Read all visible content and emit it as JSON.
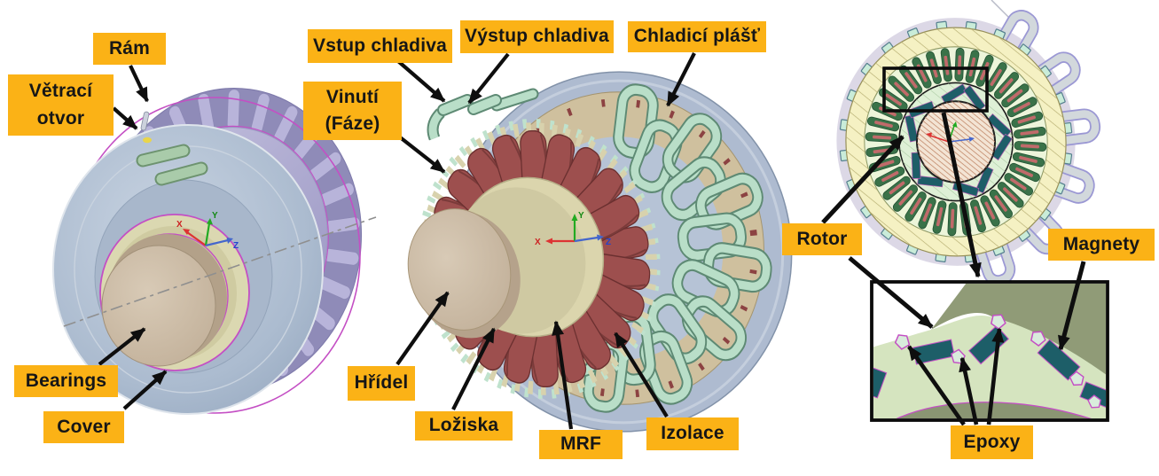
{
  "colors": {
    "label_bg": "#FBB216",
    "label_text": "#161616",
    "arrow": "#0e0e0e",
    "magenta_edge": "#C44FC4",
    "mint": "#B9DEC8",
    "winding_red": "#9D4F4E",
    "magnet_teal": "#1D5E68",
    "stator_tan": "#CFC09E",
    "frame_lavender": "#B6B2D8"
  },
  "labels": {
    "ram": "Rám",
    "vetraci_otvor": "Větrací\notvor",
    "bearings": "Bearings",
    "cover": "Cover",
    "vstup_chladiva": "Vstup chladiva",
    "vystup_chladiva": "Výstup chladiva",
    "chladici_plast": "Chladicí plášť",
    "vinuti_faze": "Vinutí\n(Fáze)",
    "hridel": "Hřídel",
    "loziska": "Ložiska",
    "mrf": "MRF",
    "izolace": "Izolace",
    "rotor": "Rotor",
    "magnety": "Magnety",
    "epoxy": "Epoxy"
  },
  "axis": {
    "x": "X",
    "y": "Y",
    "z": "Z"
  }
}
